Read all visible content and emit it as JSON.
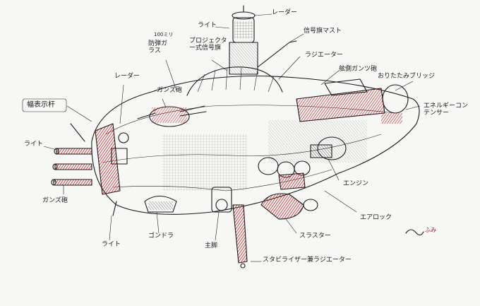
{
  "labels": {
    "radar_top": "レーダー",
    "light_top": "ライト",
    "signal_mast": "信号旗マスト",
    "glass_note": "100ミリ",
    "bulletproof_glass": "防弾ガラス",
    "projector_flag": "プロジェクター式信号旗",
    "radiator_top": "ラジエーター",
    "rangefinder_gun": "舷側ガンツ砲",
    "folding_bridge": "おりたたみブリッジ",
    "energy_container": "エネルギーコンテンサー",
    "radar_left": "レーダー",
    "gun_pod_top": "ガンズ砲",
    "width_indicator": "幅表示杆",
    "light_left": "ライト",
    "gun_pod_left": "ガンズ砲",
    "light_bottom": "ライト",
    "gondola": "ゴンドラ",
    "main_leg": "主脚",
    "engine": "エンジン",
    "airlock": "エアロック",
    "thruster": "スラスター",
    "stabilizer_radiator": "スタビライザー兼ラジエーター",
    "signature": "ふみ"
  },
  "colors": {
    "ink": "#1a1a1a",
    "accent_red": "#c0262c",
    "paper": "#f7f7f5"
  }
}
